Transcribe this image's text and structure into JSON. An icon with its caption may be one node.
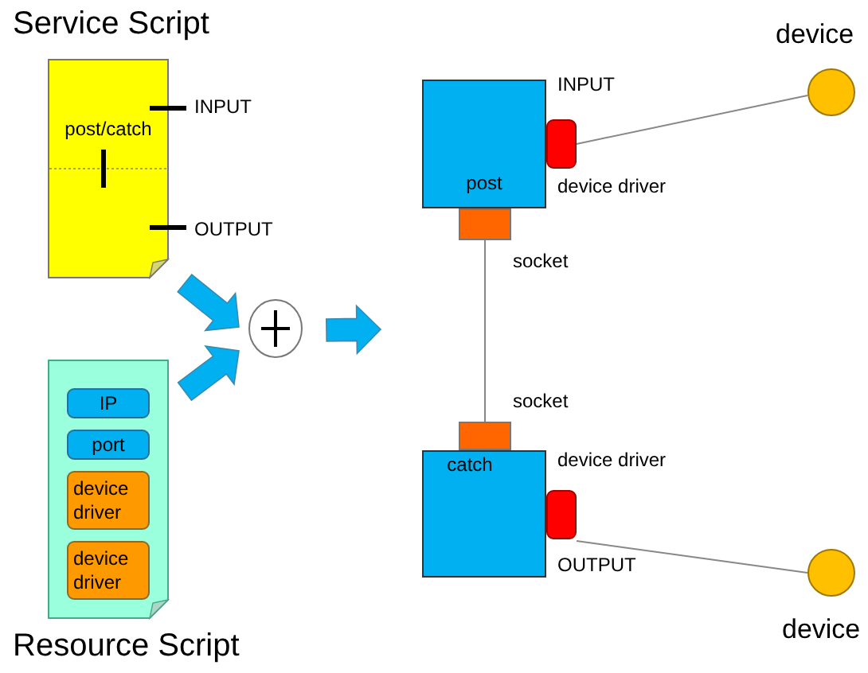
{
  "diagram": {
    "nodes": [
      {
        "text": [
          "Service Script",
          "post/catch"
        ]
      },
      {
        "text": [
          "Resource Script"
        ]
      },
      {
        "text": [
          "IP"
        ],
        "in": 1
      },
      {
        "text": [
          "port"
        ],
        "in": 1
      },
      {
        "text": [
          "device driver"
        ],
        "in": 1
      },
      {
        "text": [
          "device driver"
        ],
        "in": 1
      },
      {
        "text": [],
        "shape": "circle"
      },
      {
        "text": [
          "post"
        ]
      },
      {
        "text": [],
        "shape": "box",
        "beside": [
          "socket"
        ]
      },
      {
        "text": [],
        "shape": "box",
        "beside": [
          "device driver"
        ]
      },
      {
        "text": [
          "catch"
        ]
      },
      {
        "text": [],
        "shape": "box",
        "beside": [
          "socket"
        ]
      },
      {
        "text": [],
        "shape": "box",
        "beside": [
          "device driver"
        ]
      },
      {
        "text": [],
        "shape": "circle",
        "beside": [
          "device"
        ]
      },
      {
        "text": [],
        "shape": "circle",
        "beside": [
          "device"
        ]
      }
    ],
    "edges": [
      {
        "from": 0,
        "to": 6,
        "arrow": "to",
        "style": "thick"
      },
      {
        "from": 1,
        "to": 6,
        "arrow": "to",
        "style": "thick"
      },
      {
        "from": 6,
        "to": null,
        "arrow": "to",
        "style": "thick"
      },
      {
        "from": 8,
        "to": 11,
        "arrow": "none"
      },
      {
        "from": 9,
        "to": 13,
        "arrow": "none"
      },
      {
        "from": 12,
        "to": 14,
        "arrow": "none"
      }
    ],
    "labels": [
      "INPUT",
      "INPUT",
      "OUTPUT",
      "OUTPUT"
    ]
  }
}
